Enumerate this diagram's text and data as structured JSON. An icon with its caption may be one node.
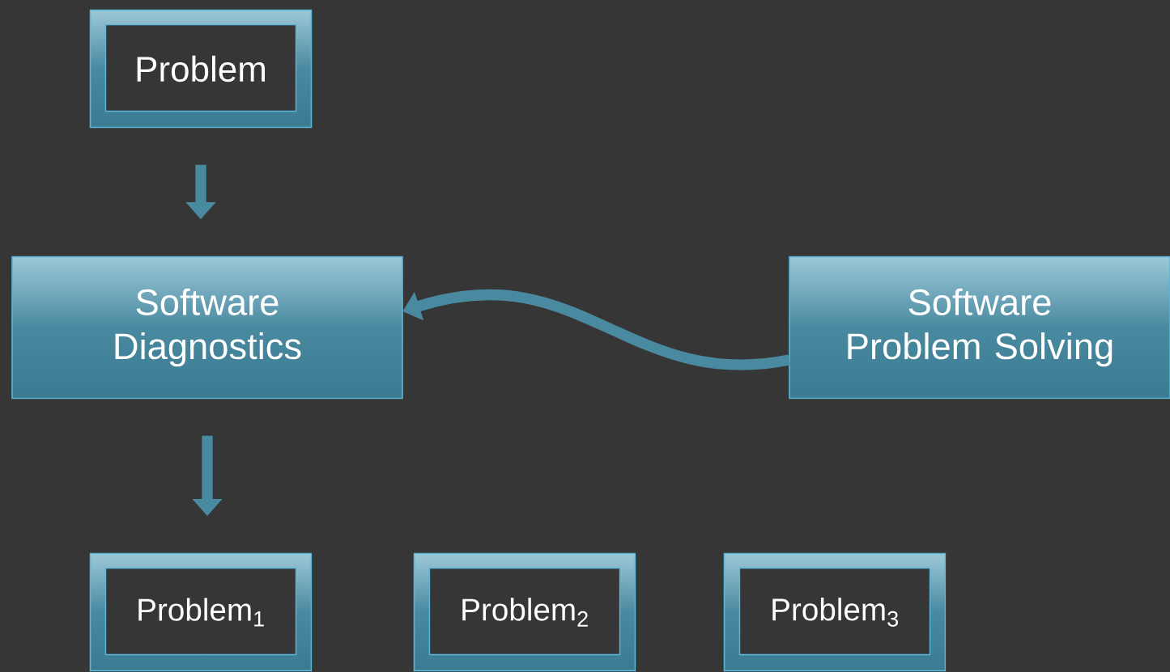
{
  "diagram": {
    "nodes": [
      {
        "text": [
          "Problem"
        ]
      },
      {
        "text": [
          "Software Diagnostics"
        ]
      },
      {
        "text": [
          "Software Problem Solving"
        ]
      },
      {
        "text": [
          "Problem$_{1}$"
        ]
      },
      {
        "text": [
          "Problem$_{2}$"
        ]
      },
      {
        "text": [
          "Problem$_{3}$"
        ]
      }
    ],
    "edges": [
      {
        "from": 0,
        "to": 1,
        "arrow": "to"
      },
      {
        "from": 2,
        "to": 1,
        "arrow": "to"
      },
      {
        "from": 1,
        "to": 3,
        "arrow": "to"
      }
    ]
  }
}
